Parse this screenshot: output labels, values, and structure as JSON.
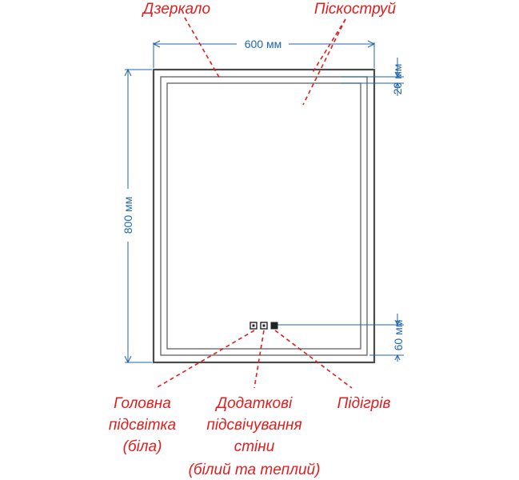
{
  "colors": {
    "annotation": "#e11d1d",
    "dimension": "#1f66ad",
    "frame": "#4a4a4a",
    "button_fill": "#222222"
  },
  "labels": {
    "mirror": "Дзеркало",
    "sandblast": "Піскоструй",
    "main_light_1": "Головна",
    "main_light_2": "підсвітка",
    "main_light_3": "(біла)",
    "extra_light_1": "Додаткові",
    "extra_light_2": "підсвічування",
    "extra_light_3": "стіни",
    "extra_light_4": "(білий та теплий)",
    "heating": "Підігрів"
  },
  "dimensions": {
    "width": "600 мм",
    "height": "800 мм",
    "top_offset": "20 мм",
    "bottom_offset": "60 мм"
  },
  "buttons": [
    {
      "icon": "light-toggle-icon"
    },
    {
      "icon": "wall-light-toggle-icon"
    },
    {
      "icon": "heating-toggle-icon"
    }
  ]
}
